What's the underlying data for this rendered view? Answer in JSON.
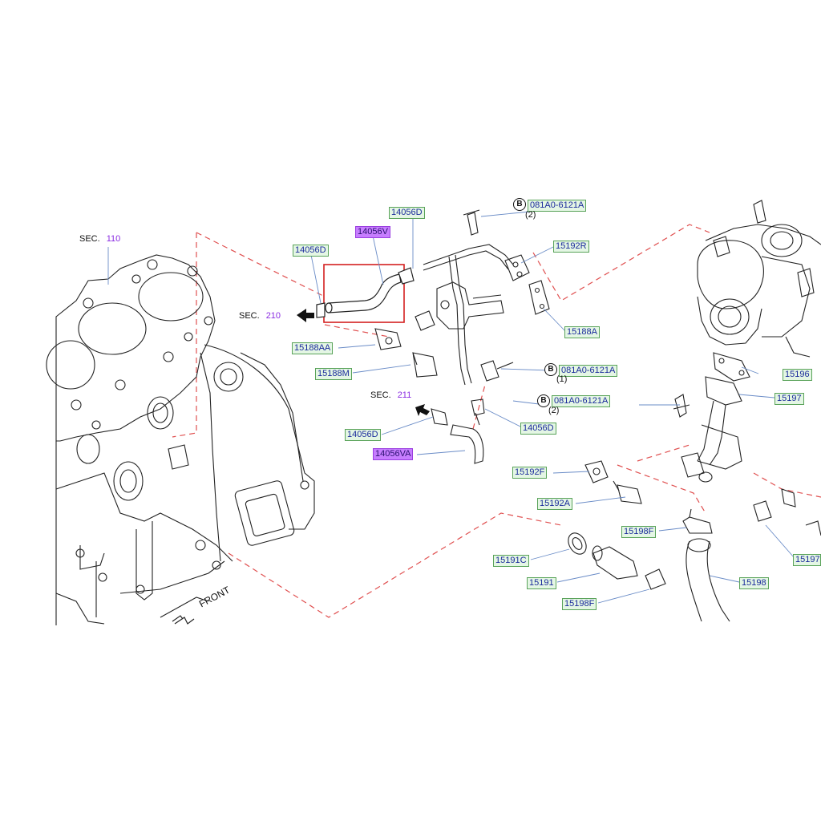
{
  "sections": {
    "sec110": {
      "prefix": "SEC.",
      "number": "110"
    },
    "sec210": {
      "prefix": "SEC.",
      "number": "210"
    },
    "sec211": {
      "prefix": "SEC.",
      "number": "211"
    }
  },
  "front_label": "FRONT",
  "bolt_marker": "B",
  "parts": {
    "p14056V": "14056V",
    "p14056D_a": "14056D",
    "p14056D_b": "14056D",
    "p14056D_c": "14056D",
    "p14056D_d": "14056D",
    "p14056VA": "14056VA",
    "p15188AA": "15188AA",
    "p15188M": "15188M",
    "p15192R": "15192R",
    "p15188A": "15188A",
    "p081A0_1": "081A0-6121A",
    "p081A0_2": "081A0-6121A",
    "p081A0_3": "081A0-6121A",
    "p15196": "15196",
    "p15197": "15197",
    "p15197b": "15197",
    "p15192F": "15192F",
    "p15192A": "15192A",
    "p15198F_a": "15198F",
    "p15198F_b": "15198F",
    "p15191C": "15191C",
    "p15191": "15191",
    "p15198": "15198"
  },
  "quantities": {
    "q1": "(2)",
    "q2": "(1)",
    "q3": "(2)"
  },
  "colors": {
    "label_bg": "#e4f6e4",
    "label_border": "#5aa35a",
    "highlight_bg": "#c77dff",
    "highlight_box": "#d42020",
    "dash_line": "#e05050",
    "text_blue": "#1a2a9c"
  }
}
